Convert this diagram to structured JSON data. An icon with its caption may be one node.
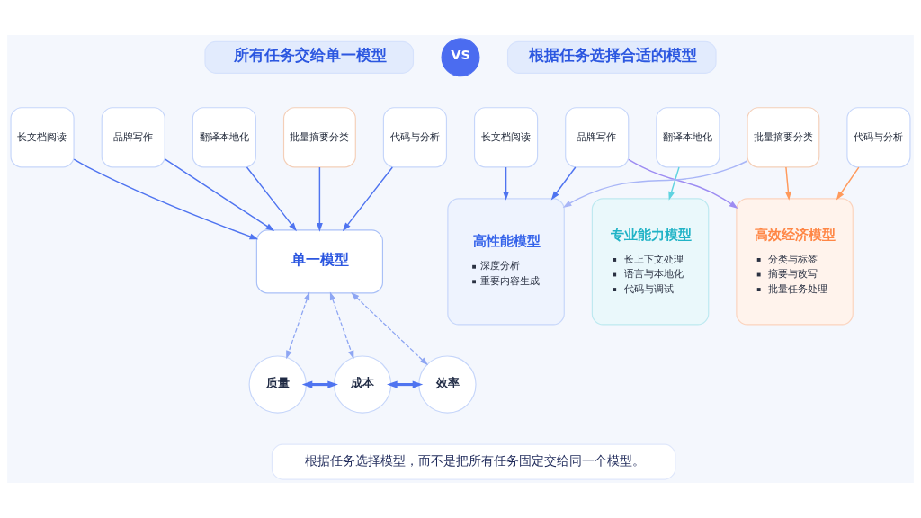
{
  "diagram": {
    "nodes": [
      {
        "text": [
          "所有任务交给单一模型"
        ]
      },
      {
        "text": [
          "VS"
        ]
      },
      {
        "text": [
          "根据任务选择合适的模型"
        ]
      },
      {
        "text": [
          "长文档阅读"
        ]
      },
      {
        "text": [
          "品牌写作"
        ]
      },
      {
        "text": [
          "翻译本地化"
        ]
      },
      {
        "text": [
          "批量摘要分类"
        ]
      },
      {
        "text": [
          "代码与分析"
        ]
      },
      {
        "text": [
          "单一模型"
        ]
      },
      {
        "text": [
          "质量"
        ]
      },
      {
        "text": [
          "成本"
        ]
      },
      {
        "text": [
          "效率"
        ]
      },
      {
        "text": [
          "长文档阅读"
        ]
      },
      {
        "text": [
          "品牌写作"
        ]
      },
      {
        "text": [
          "翻译本地化"
        ]
      },
      {
        "text": [
          "批量摘要分类"
        ]
      },
      {
        "text": [
          "代码与分析"
        ]
      },
      {
        "text": [
          "高性能模型",
          "深度分析",
          "重要内容生成"
        ]
      },
      {
        "text": [
          "专业能力模型",
          "长上下文处理",
          "语言与本地化",
          "代码与调试"
        ]
      },
      {
        "text": [
          "高效经济模型",
          "分类与标签",
          "摘要与改写",
          "批量任务处理"
        ]
      },
      {
        "text": [
          "根据任务选择模型，而不是把所有任务固定交给同一个模型。"
        ]
      }
    ],
    "edges": [
      {
        "from": 3,
        "to": 8,
        "arrow": "to"
      },
      {
        "from": 4,
        "to": 8,
        "arrow": "to"
      },
      {
        "from": 5,
        "to": 8,
        "arrow": "to"
      },
      {
        "from": 6,
        "to": 8,
        "arrow": "to"
      },
      {
        "from": 7,
        "to": 8,
        "arrow": "to"
      },
      {
        "from": 8,
        "to": 9,
        "arrow": "both",
        "style": "dashed",
        "color": "#8ea6f3"
      },
      {
        "from": 8,
        "to": 10,
        "arrow": "both",
        "style": "dashed",
        "color": "#8ea6f3"
      },
      {
        "from": 8,
        "to": 11,
        "arrow": "both",
        "style": "dashed",
        "color": "#8ea6f3"
      },
      {
        "from": 9,
        "to": 10,
        "arrow": "both",
        "style": "thick"
      },
      {
        "from": 10,
        "to": 11,
        "arrow": "both",
        "style": "thick"
      },
      {
        "from": 12,
        "to": 17,
        "arrow": "to"
      },
      {
        "from": 13,
        "to": 17,
        "arrow": "to"
      },
      {
        "from": 13,
        "to": 19,
        "arrow": "to",
        "color": "#9d8cf2"
      },
      {
        "from": 14,
        "to": 18,
        "arrow": "to",
        "color": "#5fd3e0"
      },
      {
        "from": 15,
        "to": 17,
        "arrow": "to",
        "color": "#a9b6f7"
      },
      {
        "from": 15,
        "to": 19,
        "arrow": "to",
        "color": "#ff9a5c"
      },
      {
        "from": 16,
        "to": 19,
        "arrow": "to",
        "color": "#ff9a5c"
      }
    ]
  }
}
